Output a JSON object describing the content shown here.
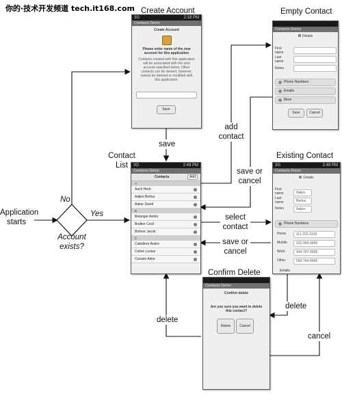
{
  "watermark": "你的·技术开发频道 tech.it168.com",
  "titles": {
    "create_account": "Create Account",
    "empty_contact": "Empty Contact",
    "contact_list": "Contact\nList",
    "existing_contact": "Existing Contact",
    "confirm_delete": "Confirm Delete"
  },
  "labels": {
    "application_starts": "Application\nstarts",
    "no": "No",
    "yes": "Yes",
    "account_exists": "Account\nexists?",
    "save": "save",
    "add_contact": "add\ncontact",
    "save_or_cancel_1": "save or\ncancel",
    "select_contact": "select\ncontact",
    "save_or_cancel_2": "save or\ncancel",
    "delete_left": "delete",
    "delete_right": "delete",
    "cancel": "cancel"
  },
  "create_account_screen": {
    "status": "3G",
    "time": "2:18 PM",
    "app_bar": "Contacts Demo",
    "header": "Create Account",
    "prompt": "Please enter name of the new account for this application",
    "info": "Contacts created with this application will be associated with the new account specified below. Other contacts can be viewed, however, cannot be deleted or modified with this application.",
    "button": "Save"
  },
  "empty_contact_screen": {
    "app_bar": "Contacts Demo",
    "header": "Details",
    "fields": [
      "First name",
      "Last name",
      "Notes"
    ],
    "sections": [
      "Phone Numbers",
      "Emails",
      "More"
    ],
    "buttons": [
      "Save",
      "Cancel"
    ]
  },
  "contact_list_screen": {
    "status": "3G",
    "time": "2:49 PM",
    "app_bar": "Contacts Demo",
    "header": "Contacts",
    "add": "Add",
    "groups": [
      {
        "letter": "A",
        "names": [
          "Aach Herb",
          "Aaljes Bertus",
          "Aaker David"
        ]
      },
      {
        "letter": "B",
        "names": [
          "Belanger Andre",
          "Bodker Cecil",
          "Bohme Jacob"
        ]
      },
      {
        "letter": "C",
        "names": [
          "Cabellero Andre",
          "Celine Louise",
          "Cesaire Aime"
        ]
      }
    ]
  },
  "existing_contact_screen": {
    "status": "3G",
    "time": "2:49 PM",
    "app_bar": "Contacts Demo",
    "header": "Details",
    "fields": [
      {
        "label": "First name",
        "value": "Aaljes"
      },
      {
        "label": "Last name",
        "value": "Bertus"
      },
      {
        "label": "Notes",
        "value": "Aaljes"
      }
    ],
    "section": "Phone Numbers",
    "phones": [
      {
        "type": "Home",
        "number": "111-222-3333"
      },
      {
        "type": "Mobile",
        "number": "222-999-9999"
      },
      {
        "type": "Work",
        "number": "444-787-9999"
      },
      {
        "type": "Other",
        "number": "555-744-9999"
      }
    ],
    "footer": "Emails"
  },
  "confirm_delete_screen": {
    "app_bar": "Contacts Demo",
    "header": "Confirm delete",
    "question": "Are you sure you want to delete this contact?",
    "buttons": [
      "Delete",
      "Cancel"
    ]
  }
}
